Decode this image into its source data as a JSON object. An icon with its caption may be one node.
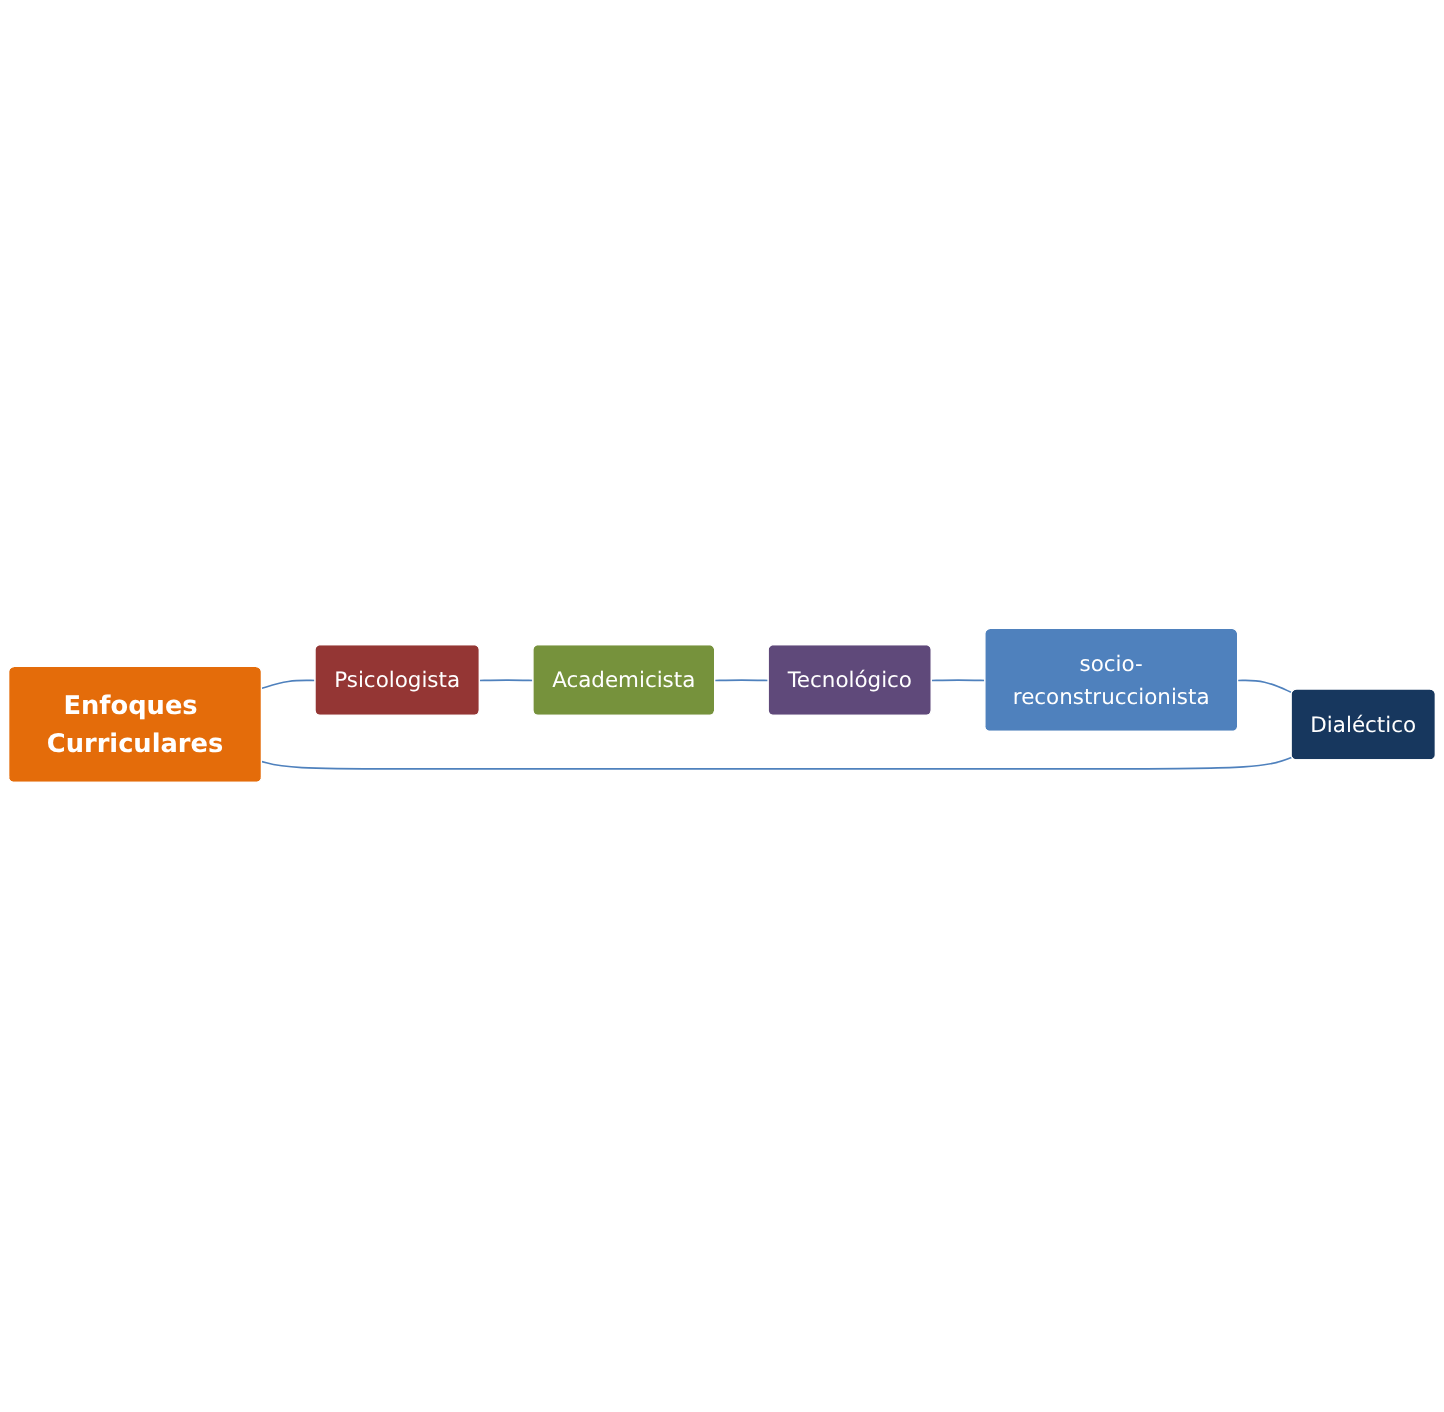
{
  "diagram": {
    "nodes": [
      {
        "text": [
          "Enfoques Curriculares"
        ]
      },
      {
        "text": [
          "Psicologista"
        ]
      },
      {
        "text": [
          "Academicista"
        ]
      },
      {
        "text": [
          "Tecnológico"
        ]
      },
      {
        "text": [
          "socio-reconstruccionista"
        ]
      },
      {
        "text": [
          "Dialéctico"
        ]
      }
    ],
    "edges": [
      {
        "from": 0,
        "to": 1,
        "arrow": "none"
      },
      {
        "from": 1,
        "to": 2,
        "arrow": "none"
      },
      {
        "from": 2,
        "to": 3,
        "arrow": "none"
      },
      {
        "from": 3,
        "to": 4,
        "arrow": "none"
      },
      {
        "from": 4,
        "to": 5,
        "arrow": "none"
      },
      {
        "from": 5,
        "to": 0,
        "arrow": "none"
      }
    ]
  }
}
